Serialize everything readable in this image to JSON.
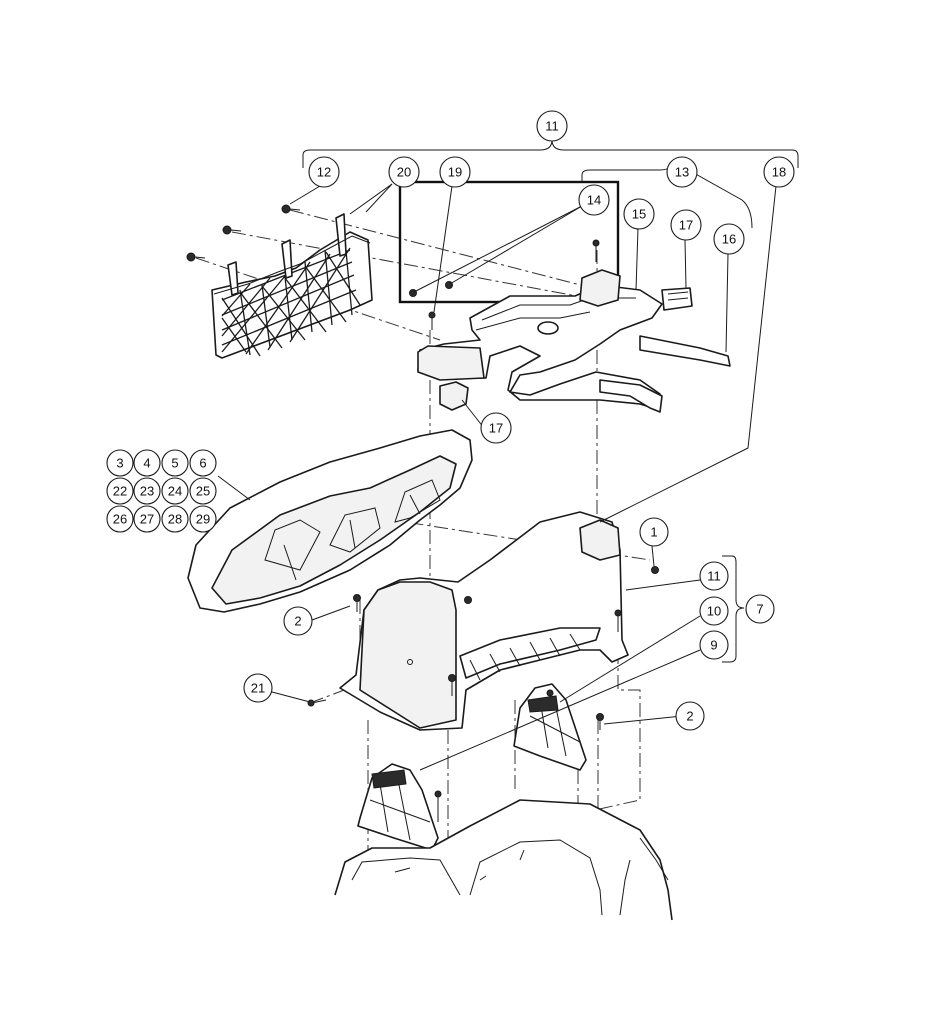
{
  "callouts": [
    {
      "id": "c-11-top",
      "label": "11"
    },
    {
      "id": "c-12",
      "label": "12"
    },
    {
      "id": "c-20",
      "label": "20"
    },
    {
      "id": "c-19",
      "label": "19"
    },
    {
      "id": "c-13",
      "label": "13"
    },
    {
      "id": "c-18",
      "label": "18"
    },
    {
      "id": "c-14",
      "label": "14"
    },
    {
      "id": "c-15",
      "label": "15"
    },
    {
      "id": "c-17-top",
      "label": "17"
    },
    {
      "id": "c-16",
      "label": "16"
    },
    {
      "id": "c-17-bottom",
      "label": "17"
    },
    {
      "id": "c-3",
      "label": "3"
    },
    {
      "id": "c-4",
      "label": "4"
    },
    {
      "id": "c-5",
      "label": "5"
    },
    {
      "id": "c-6",
      "label": "6"
    },
    {
      "id": "c-22",
      "label": "22"
    },
    {
      "id": "c-23",
      "label": "23"
    },
    {
      "id": "c-24",
      "label": "24"
    },
    {
      "id": "c-25",
      "label": "25"
    },
    {
      "id": "c-26",
      "label": "26"
    },
    {
      "id": "c-27",
      "label": "27"
    },
    {
      "id": "c-28",
      "label": "28"
    },
    {
      "id": "c-29",
      "label": "29"
    },
    {
      "id": "c-1",
      "label": "1"
    },
    {
      "id": "c-11-mid",
      "label": "11"
    },
    {
      "id": "c-7",
      "label": "7"
    },
    {
      "id": "c-10",
      "label": "10"
    },
    {
      "id": "c-9",
      "label": "9"
    },
    {
      "id": "c-2-left",
      "label": "2"
    },
    {
      "id": "c-2-right",
      "label": "2"
    },
    {
      "id": "c-21",
      "label": "21"
    }
  ]
}
